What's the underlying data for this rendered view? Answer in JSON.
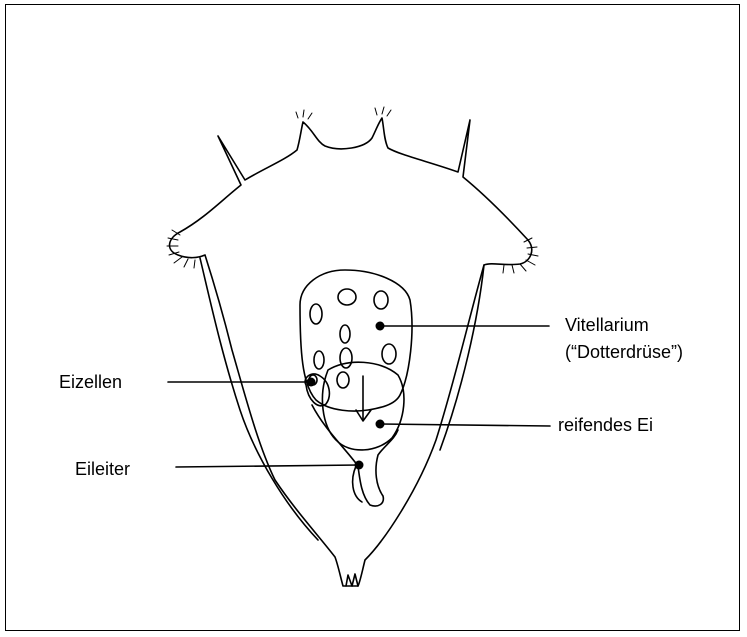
{
  "colors": {
    "stroke": "#000000",
    "background": "#ffffff"
  },
  "labels": {
    "vitellarium": "Vitellarium",
    "vitellarium_sub": "(“Dotterdrüse”)",
    "reifendes_ei": "reifendes Ei",
    "eizellen": "Eizellen",
    "eileiter": "Eileiter"
  }
}
